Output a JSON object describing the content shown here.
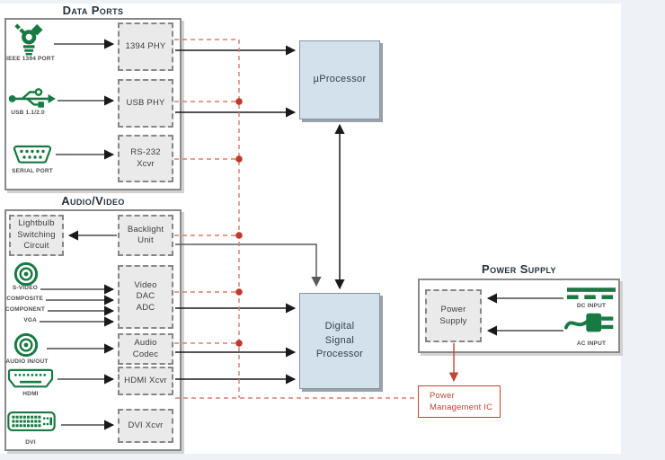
{
  "sections": {
    "data_ports": {
      "title": "Data Ports"
    },
    "audio_video": {
      "title": "Audio/Video"
    },
    "power_supply": {
      "title": "Power Supply"
    }
  },
  "ports": {
    "ieee1394": "IEEE 1394 PORT",
    "usb": "USB 1.1/2.0",
    "serial": "SERIAL PORT",
    "s_video": "S-VIDEO",
    "composite": "COMPOSITE",
    "component": "COMPONENT",
    "vga": "VGA",
    "audio_io": "AUDIO IN/OUT",
    "hdmi": "HDMI",
    "dvi": "DVI",
    "dc_input": "DC INPUT",
    "ac_input": "AC INPUT"
  },
  "blocks": {
    "phy_1394": "1394 PHY",
    "usb_phy": "USB PHY",
    "rs232_xcvr": "RS-232\nXcvr",
    "lightbulb": "Lightbulb\nSwitching\nCircuit",
    "backlight": "Backlight\nUnit",
    "video_dac": "Video\nDAC\nADC",
    "audio_codec": "Audio\nCodec",
    "hdmi_xcvr": "HDMI Xcvr",
    "dvi_xcvr": "DVI Xcvr",
    "power_supply": "Power\nSupply",
    "uprocessor": "µProcessor",
    "dsp": "Digital\nSignal\nProcessor",
    "pmic": "Power\nManagement IC"
  },
  "icons": [
    "firewire-icon",
    "usb-icon",
    "serial-port-icon",
    "rca-jack-icon",
    "audio-jack-icon",
    "hdmi-connector-icon",
    "dvi-connector-icon",
    "dc-symbol-icon",
    "ac-plug-icon"
  ],
  "colors": {
    "green": "#177a42",
    "red": "#c24532",
    "red_dash": "#d87e6e",
    "blue_block": "#d3e1ed",
    "gray_block": "#eaeaea",
    "surface": "#ffffff",
    "page_bg": "#eef1f6"
  }
}
